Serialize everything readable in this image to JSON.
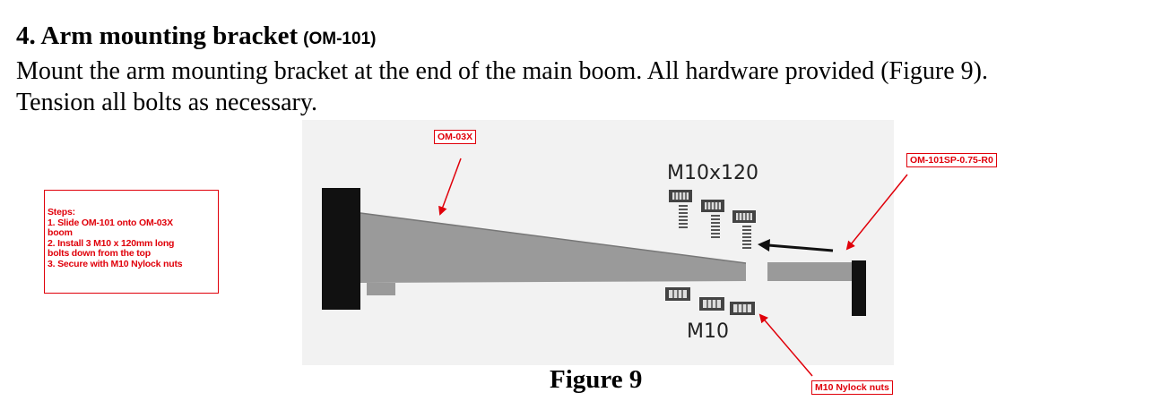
{
  "section": {
    "title": "4. Arm mounting bracket",
    "code": "(OM-101)",
    "body_line_1": "Mount the arm mounting bracket at the end of the main boom. All hardware provided (Figure 9).",
    "body_line_2": "Tension all bolts as necessary."
  },
  "figure": {
    "label_bolts": "M10x120",
    "label_nuts": "M10",
    "caption": "Figure 9"
  },
  "callouts": {
    "boom": "OM-03X",
    "part": "OM-101SP-0.75-R0",
    "nuts": "M10 Nylock nuts",
    "steps": {
      "heading": "Steps:",
      "lines": [
        "1. Slide OM-101 onto OM-03X",
        "boom",
        "2. Install 3 M10 x 120mm long",
        "bolts down from the top",
        "3. Secure with M10 Nylock nuts"
      ]
    }
  },
  "colors": {
    "annotation_red": "#e0000a"
  }
}
